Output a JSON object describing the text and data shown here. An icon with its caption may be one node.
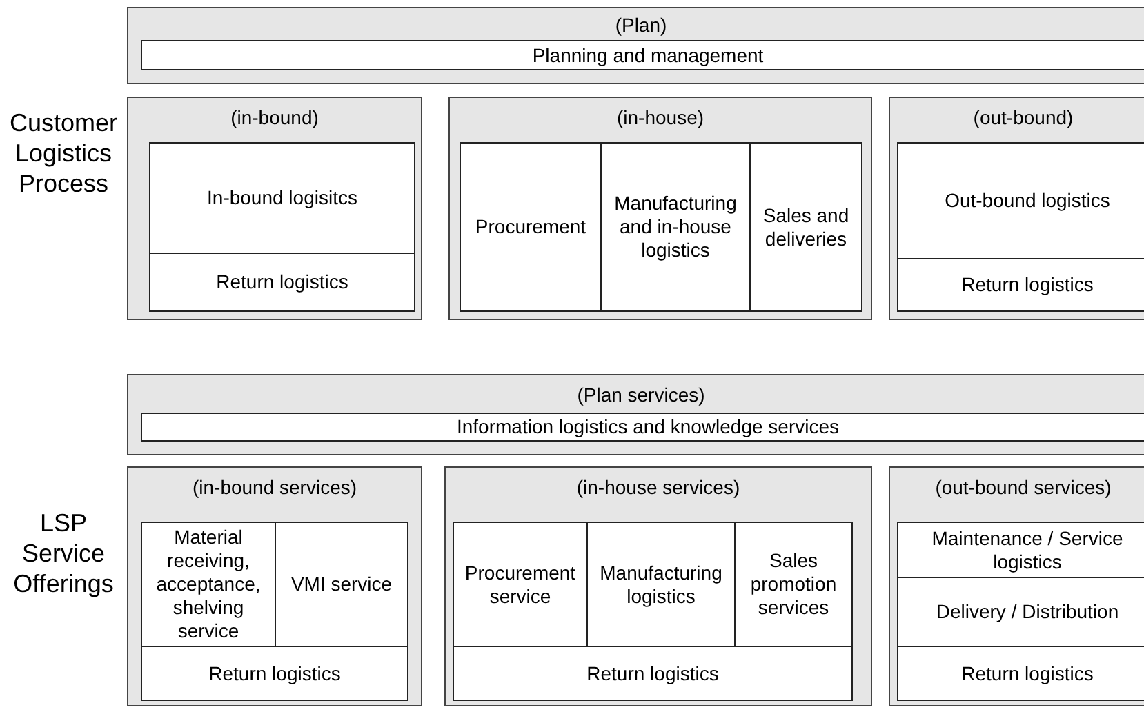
{
  "diagram": {
    "nodes": [
      {
        "text": [
          "(Plan)"
        ]
      },
      {
        "text": [
          "Planning and management"
        ],
        "in": 0
      },
      {
        "text": [
          "(in-bound)"
        ]
      },
      {
        "text": [
          "In-bound logisitcs"
        ],
        "in": 2
      },
      {
        "text": [
          "Return logistics"
        ],
        "in": 2
      },
      {
        "text": [
          "(in-house)"
        ]
      },
      {
        "text": [
          "Procurement"
        ],
        "in": 5
      },
      {
        "text": [
          "Manufacturing and in-house logistics"
        ],
        "in": 5
      },
      {
        "text": [
          "Sales and deliveries"
        ],
        "in": 5
      },
      {
        "text": [
          "(out-bound)"
        ]
      },
      {
        "text": [
          "Out-bound logistics"
        ],
        "in": 9
      },
      {
        "text": [
          "Return logistics"
        ],
        "in": 9
      },
      {
        "text": [
          "(Plan services)"
        ]
      },
      {
        "text": [
          "Information logistics and knowledge services"
        ],
        "in": 12
      },
      {
        "text": [
          "(in-bound services)"
        ]
      },
      {
        "text": [
          "Material receiving, acceptance, shelving service"
        ],
        "in": 14
      },
      {
        "text": [
          "VMI service"
        ],
        "in": 14
      },
      {
        "text": [
          "Return logistics"
        ],
        "in": 14
      },
      {
        "text": [
          "(in-house services)"
        ]
      },
      {
        "text": [
          "Procurement service"
        ],
        "in": 18
      },
      {
        "text": [
          "Manufacturing logistics"
        ],
        "in": 18
      },
      {
        "text": [
          "Sales promotion services"
        ],
        "in": 18
      },
      {
        "text": [
          "Return logistics"
        ],
        "in": 18
      },
      {
        "text": [
          "(out-bound services)"
        ]
      },
      {
        "text": [
          "Maintenance / Service logistics"
        ],
        "in": 23
      },
      {
        "text": [
          "Delivery / Distribution"
        ],
        "in": 23
      },
      {
        "text": [
          "Return logistics"
        ],
        "in": 23
      }
    ],
    "labels": [
      "Customer Logistics Process",
      "LSP Service Offerings"
    ]
  }
}
